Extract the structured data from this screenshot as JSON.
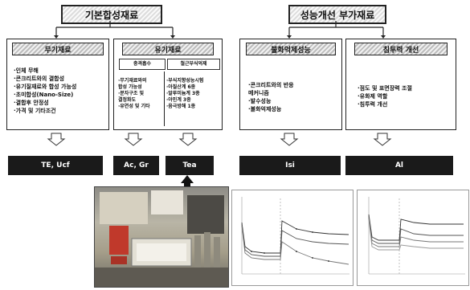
{
  "headers": {
    "left": "기본합성재료",
    "right": "성능개선 부가재료"
  },
  "inorganic": {
    "title": "무기재료",
    "items": [
      "·인체 무해",
      "·콘크리트와의 결합성",
      "·유기질재료와 합성 가능성",
      "·초미합성(Nano-Size)",
      "·결합후 안정성",
      "·가격 및 기타조건"
    ]
  },
  "organic": {
    "title": "유기재료",
    "left_sub": "충격흡수",
    "right_sub": "철근부식억제",
    "left_items": [
      "·무기재료와의",
      "합성 가능성",
      "·분자구조 및",
      "결정화도",
      "·유연성 및 기타"
    ],
    "right_items": [
      "·부식지향성능시험",
      "·아질산계 6종",
      "·알루미늄계 3종",
      "·아민계 3종",
      "·음극방해 1종"
    ]
  },
  "dispersion": {
    "title": "불화억제성능",
    "items": [
      "·콘크리트와의 반응",
      "메커니즘",
      "·발수성능",
      "·불화억제성능"
    ]
  },
  "penetration": {
    "title": "침투력 개선",
    "items": [
      "·점도 및 표면장력 조절",
      "·유화제 역할",
      "·침투력 개선"
    ]
  },
  "results": [
    "TE, Ucf",
    "Ac, Gr",
    "Tea",
    "Isi",
    "Al"
  ],
  "chart_data": [
    {
      "type": "line",
      "title": "",
      "xlabel": "",
      "ylabel": "",
      "legend": "top-left",
      "series": []
    },
    {
      "type": "line",
      "title": "",
      "xlabel": "",
      "ylabel": "",
      "legend": "top-right",
      "series": []
    }
  ]
}
